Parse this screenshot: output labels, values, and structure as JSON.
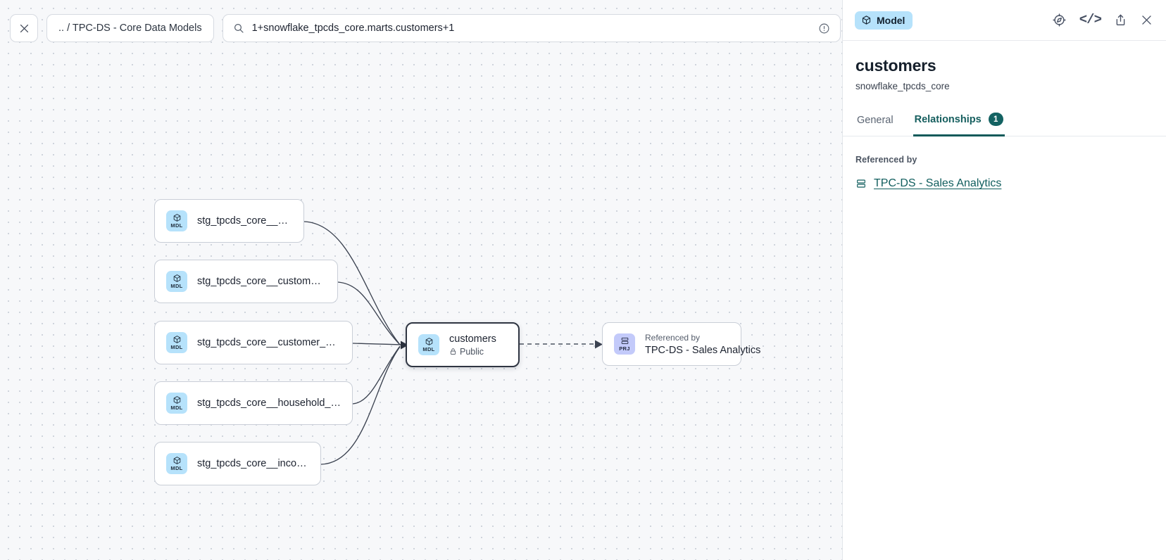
{
  "toolbar": {
    "close_icon": "close-icon",
    "breadcrumb": ".. / TPC-DS - Core Data Models",
    "search_icon": "search-icon",
    "search_value": "1+snowflake_tpcds_core.marts.customers+1",
    "info_icon": "info-icon",
    "refresh_icon": "refresh-icon"
  },
  "graph": {
    "nodes": [
      {
        "id": "n1",
        "badge": "MDL",
        "badge_type": "mdl",
        "label": "stg_tpcds_core__customer"
      },
      {
        "id": "n2",
        "badge": "MDL",
        "badge_type": "mdl",
        "label": "stg_tpcds_core__customer_address"
      },
      {
        "id": "n3",
        "badge": "MDL",
        "badge_type": "mdl",
        "label": "stg_tpcds_core__customer_demogra…"
      },
      {
        "id": "n4",
        "badge": "MDL",
        "badge_type": "mdl",
        "label": "stg_tpcds_core__household_demogr…"
      },
      {
        "id": "n5",
        "badge": "MDL",
        "badge_type": "mdl",
        "label": "stg_tpcds_core__income_band"
      }
    ],
    "center_node": {
      "badge": "MDL",
      "badge_type": "mdl",
      "label": "customers",
      "visibility": "Public",
      "lock_icon": "lock-icon"
    },
    "right_node": {
      "badge": "PRJ",
      "badge_type": "prj",
      "kicker": "Referenced by",
      "label": "TPC-DS - Sales Analytics"
    }
  },
  "panel": {
    "chip_label": "Model",
    "chip_icon": "cube-icon",
    "actions": [
      {
        "name": "explore-icon"
      },
      {
        "name": "code-icon",
        "glyph": "</>"
      },
      {
        "name": "share-icon"
      },
      {
        "name": "close-icon"
      }
    ],
    "title": "customers",
    "subtitle": "snowflake_tpcds_core",
    "tabs": [
      {
        "label": "General",
        "active": false,
        "count": null
      },
      {
        "label": "Relationships",
        "active": true,
        "count": "1"
      }
    ],
    "section_label": "Referenced by",
    "references": [
      {
        "icon": "project-icon",
        "label": "TPC-DS - Sales Analytics"
      }
    ]
  },
  "colors": {
    "accent": "#136262",
    "mdl_badge": "#b6e2fb",
    "prj_badge": "#c3cafa",
    "canvas": "#f7f8fa"
  }
}
